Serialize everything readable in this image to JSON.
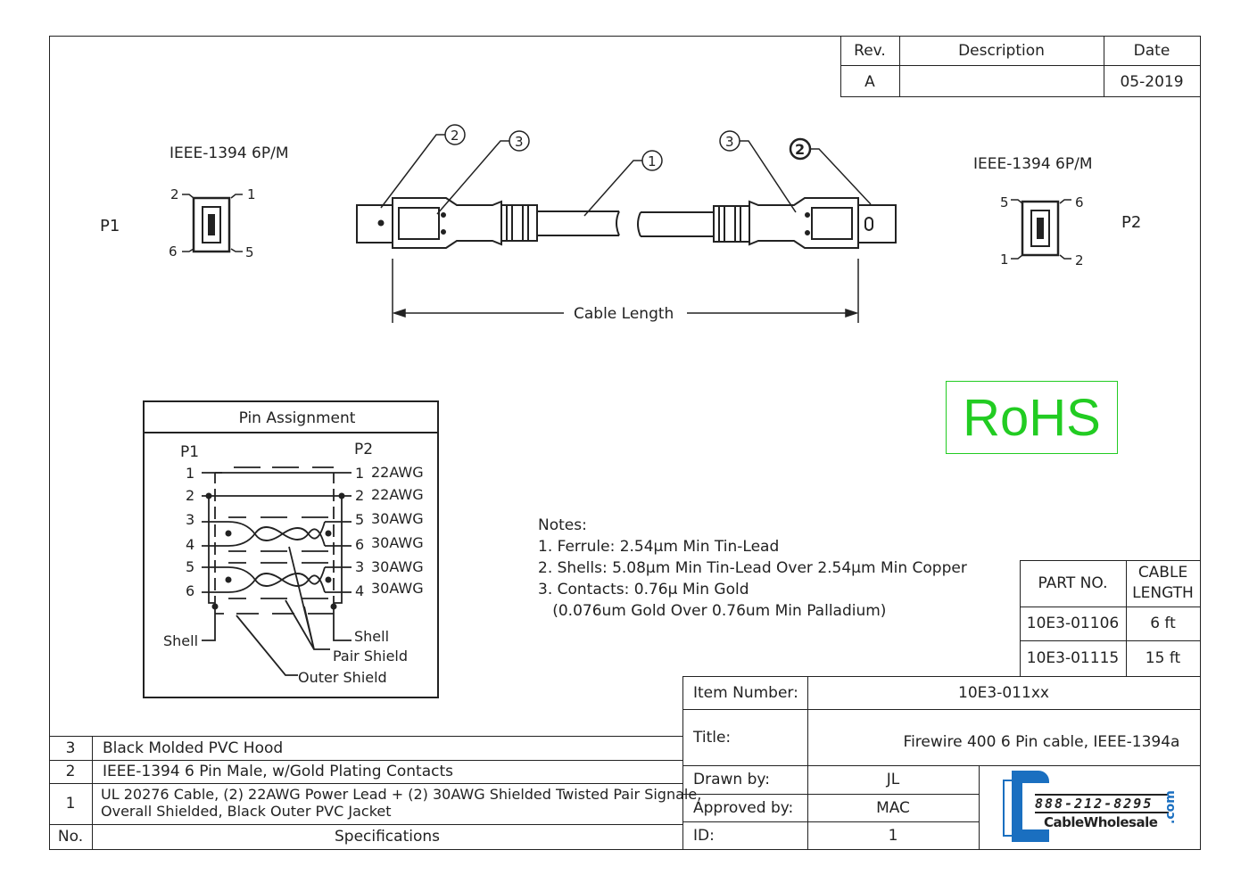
{
  "revision_table": {
    "headers": [
      "Rev.",
      "Description",
      "Date"
    ],
    "row": {
      "rev": "A",
      "description": "",
      "date": "05-2019"
    }
  },
  "connectors": {
    "p1": {
      "label": "P1",
      "type": "IEEE-1394 6P/M",
      "pins": [
        "2",
        "1",
        "6",
        "5"
      ]
    },
    "p2": {
      "label": "P2",
      "type": "IEEE-1394 6P/M",
      "pins": [
        "5",
        "6",
        "1",
        "2"
      ]
    }
  },
  "callouts": [
    "1",
    "2",
    "3"
  ],
  "cable_length_label": "Cable Length",
  "rohs": {
    "label": "RoHS",
    "color": "#22cc22"
  },
  "pin_assignment": {
    "title": "Pin Assignment",
    "p1_label": "P1",
    "p2_label": "P2",
    "rows": [
      {
        "p1": "1",
        "p2": "1",
        "awg": "22AWG"
      },
      {
        "p1": "2",
        "p2": "2",
        "awg": "22AWG"
      },
      {
        "p1": "3",
        "p2": "5",
        "awg": "30AWG"
      },
      {
        "p1": "4",
        "p2": "6",
        "awg": "30AWG"
      },
      {
        "p1": "5",
        "p2": "3",
        "awg": "30AWG"
      },
      {
        "p1": "6",
        "p2": "4",
        "awg": "30AWG"
      }
    ],
    "shell_left": "Shell",
    "shell_right": "Shell",
    "pair_shield": "Pair Shield",
    "outer_shield": "Outer Shield"
  },
  "notes": {
    "title": "Notes:",
    "items": [
      "1. Ferrule: 2.54µm Min Tin-Lead",
      "2. Shells: 5.08µm Min Tin-Lead Over 2.54µm Min Copper",
      "3. Contacts: 0.76µ Min Gold",
      "   (0.076um Gold Over 0.76um Min Palladium)"
    ]
  },
  "part_table": {
    "headers": [
      "PART NO.",
      "CABLE LENGTH"
    ],
    "rows": [
      {
        "part": "10E3-01106",
        "length": "6 ft"
      },
      {
        "part": "10E3-01115",
        "length": "15 ft"
      }
    ]
  },
  "title_block": {
    "item_number_label": "Item Number:",
    "item_number": "10E3-011xx",
    "title_label": "Title:",
    "title": "Firewire 400 6 Pin cable, IEEE-1394a",
    "drawn_by_label": "Drawn by:",
    "drawn_by": "JL",
    "approved_by_label": "Approved by:",
    "approved_by": "MAC",
    "id_label": "ID:",
    "id": "1"
  },
  "logo": {
    "phone": "888-212-8295",
    "name": "CableWholesale",
    "tld": ".com",
    "color": "#1a6fc0"
  },
  "spec_table": {
    "rows": [
      {
        "no": "3",
        "spec": "Black Molded PVC Hood"
      },
      {
        "no": "2",
        "spec": "IEEE-1394 6 Pin Male, w/Gold Plating Contacts"
      },
      {
        "no": "1",
        "spec": "UL 20276 Cable, (2) 22AWG Power Lead + (2) 30AWG Shielded Twisted Pair Signale,",
        "spec2": "Overall Shielded, Black Outer PVC Jacket"
      }
    ],
    "footer": {
      "no": "No.",
      "spec": "Specifications"
    }
  }
}
